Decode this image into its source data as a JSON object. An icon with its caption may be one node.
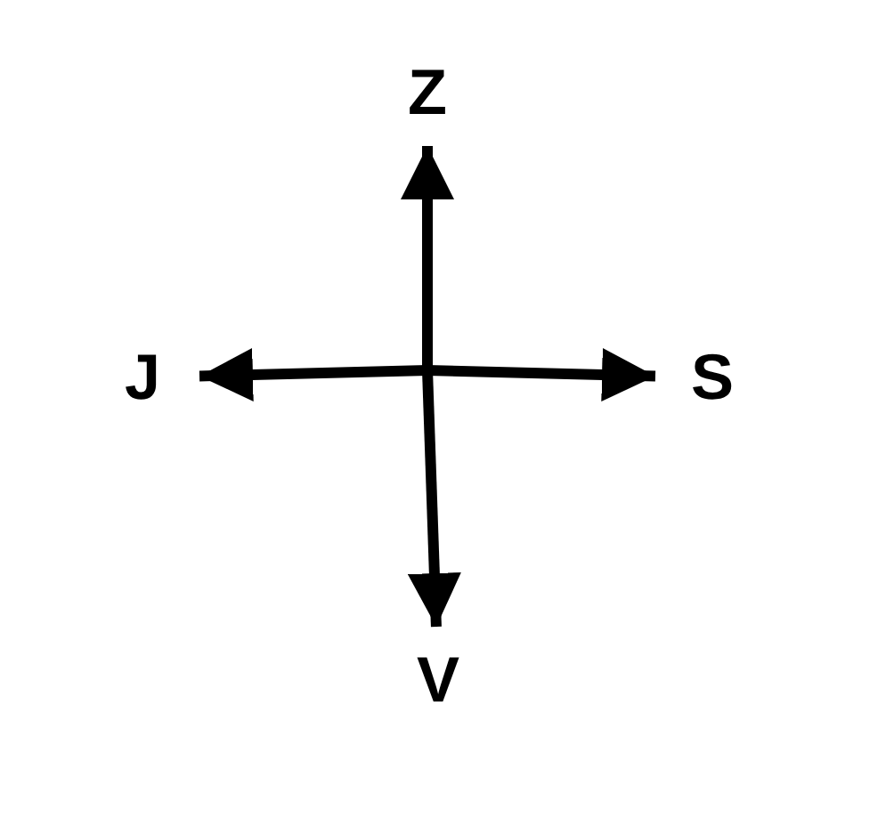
{
  "diagram": {
    "nodes": [
      {
        "text": [
          "Z"
        ]
      },
      {
        "text": [
          "J"
        ]
      },
      {
        "text": [
          "S"
        ]
      },
      {
        "text": [
          "V"
        ]
      }
    ],
    "edges": [
      {
        "from": null,
        "to": 0,
        "arrow": "to"
      },
      {
        "from": null,
        "to": 1,
        "arrow": "to"
      },
      {
        "from": null,
        "to": 2,
        "arrow": "to"
      },
      {
        "from": null,
        "to": 3,
        "arrow": "to"
      }
    ]
  }
}
